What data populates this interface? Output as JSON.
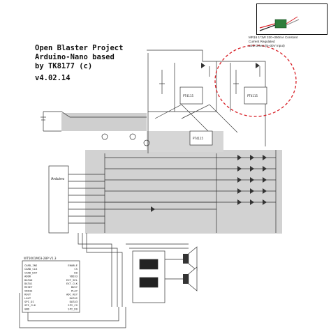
{
  "title": {
    "line1": "Open Blaster Project",
    "line2": "Arduino-Nano based",
    "line3": "by TK8177 (c)",
    "version": "v4.02.14"
  },
  "inset": {
    "caption_line1": "MR16 1*1W 320~350mA Constant",
    "caption_line2": "Current Regulated",
    "caption_line3": "LED Driver (8~30V Input)",
    "highlight_color": "#d81f26"
  },
  "components": {
    "arduino": "Arduino",
    "driver": "PT4115",
    "sound_module": "WT5001M03-28P V1.3",
    "sound_pins_left": [
      "CARD_INS",
      "CARD_CLK",
      "CARD_DAT",
      "ADDR",
      "DATA0",
      "DATA1",
      "RESET",
      "VDD33",
      "ROUT",
      "LOUT",
      "SPI_DI",
      "SPI_CLK",
      "GND"
    ],
    "sound_pins_right": [
      "ENABLE",
      "CS",
      "DO",
      "VDD33",
      "EXT_SEL",
      "EXT_CLK",
      "BUSY",
      "PLAY",
      "ADC_KEY",
      "DATA2",
      "DATA3",
      "SPI_CS",
      "SPI_DO"
    ]
  }
}
